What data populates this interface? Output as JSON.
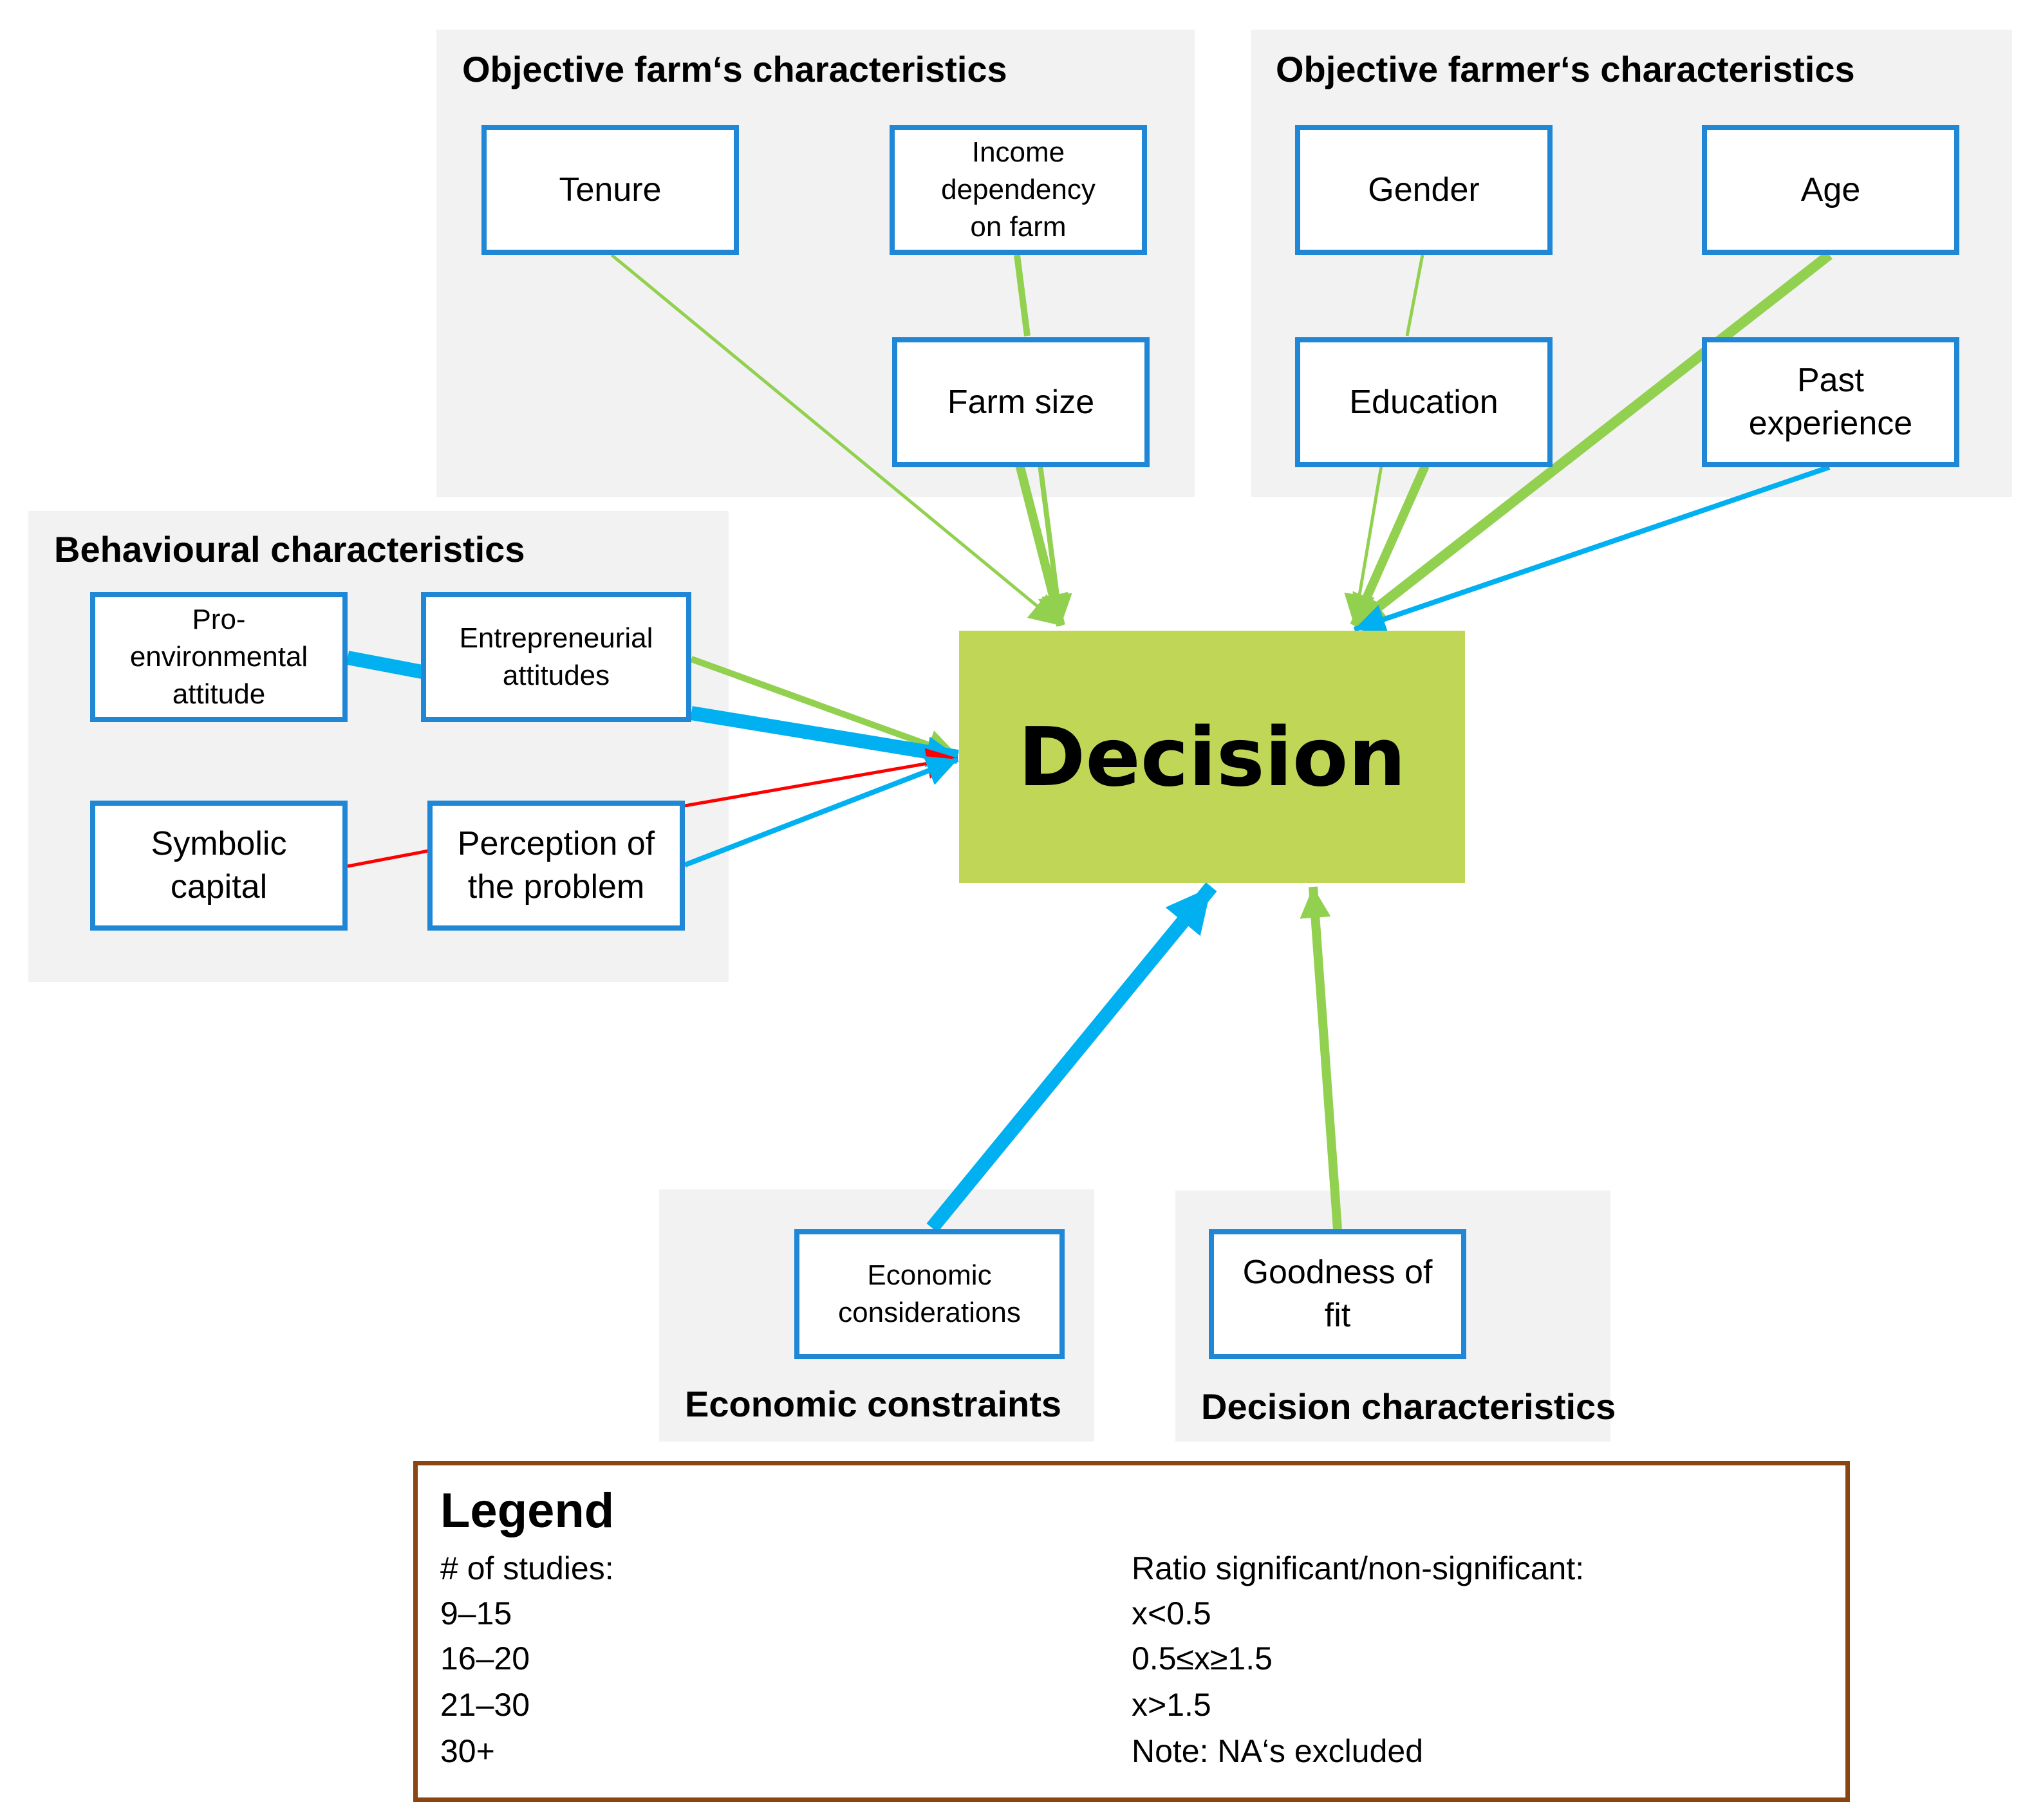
{
  "groups": {
    "farm": "Objective farm‘s characteristics",
    "farmer": "Objective farmer‘s characteristics",
    "behavioural": "Behavioural  characteristics",
    "economic": "Economic  constraints",
    "decision_char": "Decision characteristics"
  },
  "nodes": {
    "tenure": "Tenure",
    "income": "Income\ndependency\non farm",
    "farm_size": "Farm size",
    "gender": "Gender",
    "age": "Age",
    "education": "Education",
    "past_experience": "Past\nexperience",
    "pro_env": "Pro-\nenvironmental\nattitude",
    "entrepreneurial": "Entrepreneurial\nattitudes",
    "symbolic": "Symbolic\ncapital",
    "perception": "Perception of\nthe problem",
    "economic_considerations": "Economic\nconsiderations",
    "goodness": "Goodness of\nfit",
    "decision": "Decision"
  },
  "colors": {
    "red": "#ff0000",
    "green": "#92d050",
    "blue": "#00b0f0",
    "node_border": "#1f87d6",
    "decision_fill": "#c0d656",
    "group_fill": "#f2f2f2",
    "legend_border": "#8a4513"
  },
  "legend": {
    "title": "Legend",
    "studies_header": "# of studies:",
    "studies": [
      "9–15",
      "16–20",
      "21–30",
      "30+"
    ],
    "ratio_header": "Ratio significant/non-significant:",
    "ratios": [
      "x<0.5",
      "0.5≤x≥1.5",
      "x>1.5"
    ],
    "note": "Note: NA‘s excluded"
  }
}
